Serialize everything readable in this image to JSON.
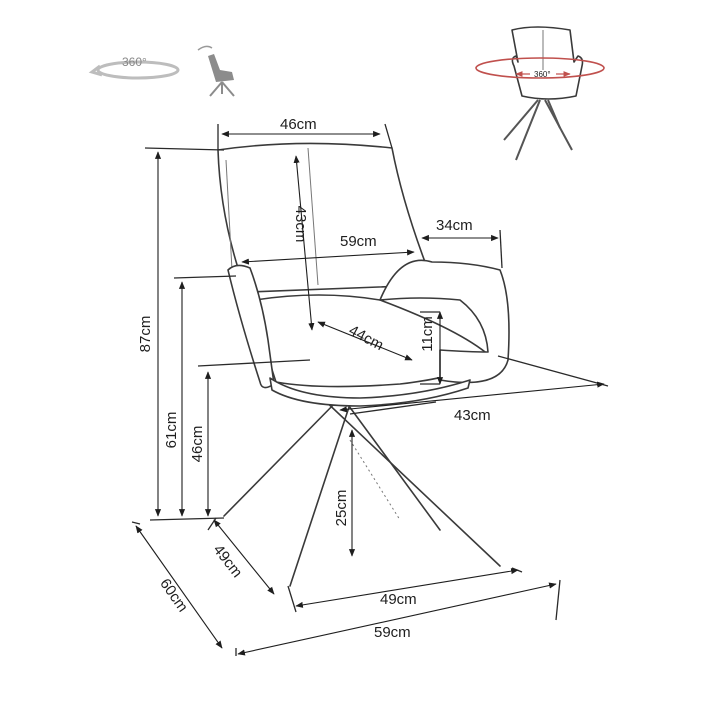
{
  "icons": {
    "rotation_label": "360°",
    "thumbnail_rotation_label": "360°",
    "accent_color": "#c0504d"
  },
  "dimensions": {
    "width_back": "46cm",
    "height_backrest": "43cm",
    "width_arm_to_arm": "59cm",
    "armrest_depth": "34cm",
    "seat_depth": "44cm",
    "armrest_above_seat": "11cm",
    "height_total": "87cm",
    "height_armrest": "61cm",
    "height_seat": "46cm",
    "seat_to_ground_under": "25cm",
    "seat_width": "43cm",
    "base_depth": "49cm",
    "base_width": "49cm",
    "overall_depth": "60cm",
    "overall_width": "59cm"
  }
}
